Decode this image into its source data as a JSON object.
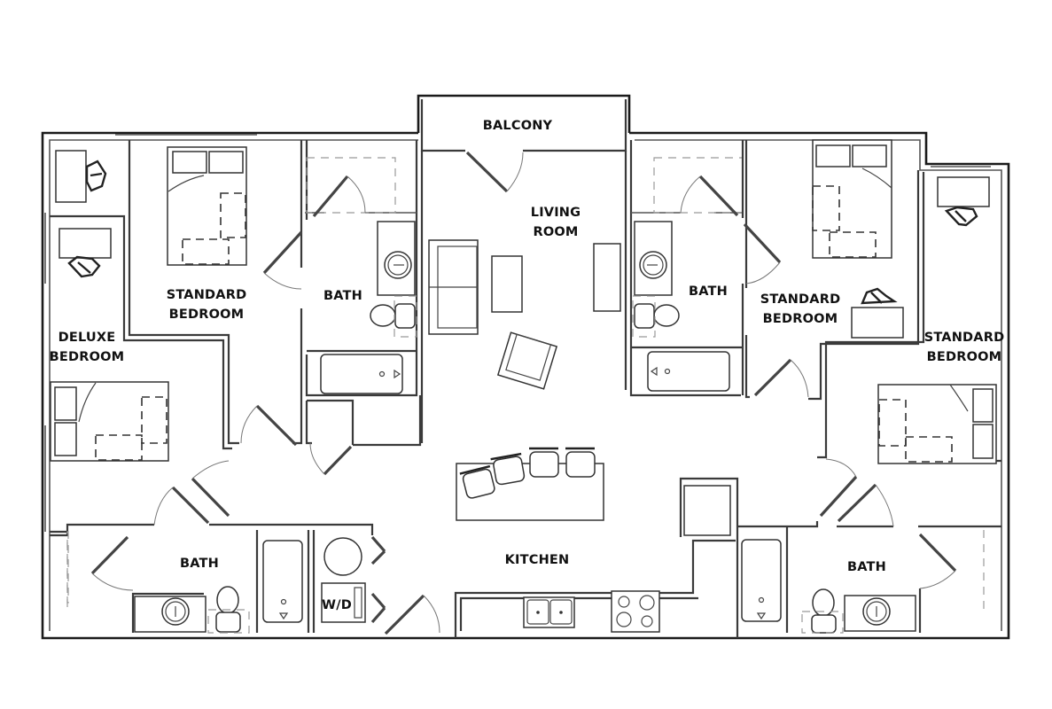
{
  "floor_plan": {
    "rooms": {
      "balcony": "BALCONY",
      "living_room": [
        "LIVING",
        "ROOM"
      ],
      "kitchen": "KITCHEN",
      "deluxe_bedroom": [
        "DELUXE",
        "BEDROOM"
      ],
      "standard_bedroom_top_left": [
        "STANDARD",
        "BEDROOM"
      ],
      "standard_bedroom_center_right": [
        "STANDARD",
        "BEDROOM"
      ],
      "standard_bedroom_far_right": [
        "STANDARD",
        "BEDROOM"
      ],
      "bath_top_left": "BATH",
      "bath_top_right": "BATH",
      "bath_bottom_left": "BATH",
      "bath_bottom_right": "BATH",
      "laundry": "W/D"
    },
    "colors": {
      "background": "#ffffff",
      "walls": "#3a3a3a",
      "labels": "#111111"
    }
  }
}
